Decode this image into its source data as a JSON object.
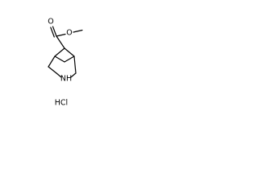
{
  "molecule": {
    "atoms": {
      "carbonyl_oxygen": "O",
      "ester_oxygen": "O",
      "amine": "NH"
    },
    "salt": "HCl"
  }
}
